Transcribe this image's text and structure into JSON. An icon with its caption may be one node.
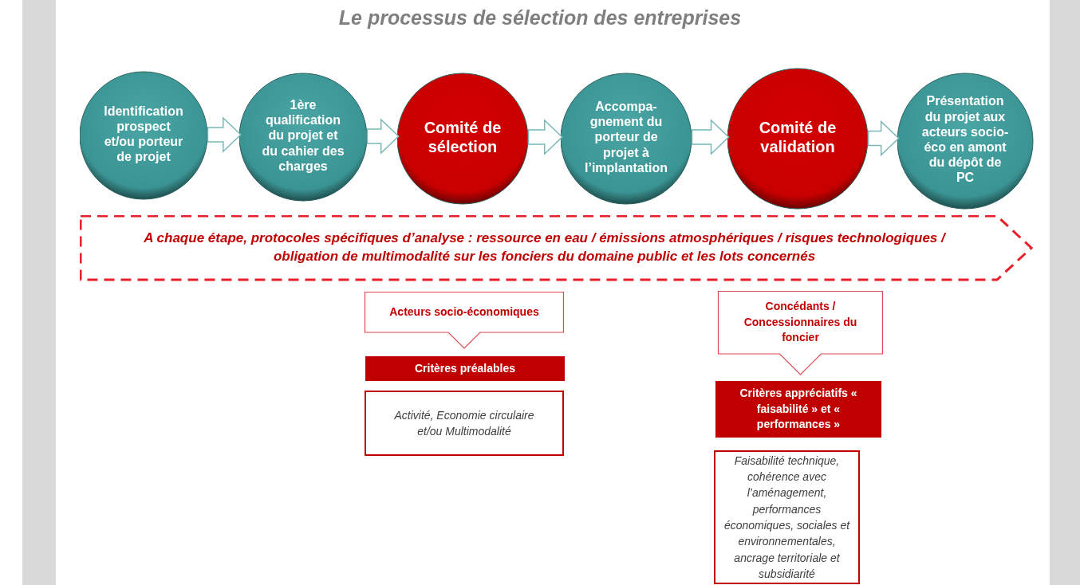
{
  "diagram": {
    "title": "Le processus de sélection des entreprises",
    "nodes": [
      {
        "text": [
          "Identification prospect et/ou porteur de projet"
        ]
      },
      {
        "text": [
          "1ère qualification du projet et du cahier des charges"
        ]
      },
      {
        "text": [
          "Comité de sélection"
        ]
      },
      {
        "text": [
          "Accompa-gnement du porteur de projet à l’implantation"
        ]
      },
      {
        "text": [
          "Comité de validation"
        ]
      },
      {
        "text": [
          "Présentation du projet aux acteurs socio-éco en amont du dépôt de PC"
        ]
      },
      {
        "text": [
          "A chaque étape, protocoles spécifiques d’analyse  : ressource en eau / émissions atmosphériques / risques technologiques / obligation de multimodalité sur les fonciers du domaine public et les lots concernés"
        ]
      },
      {
        "text": [
          "Acteurs socio-économiques"
        ]
      },
      {
        "text": [
          "Critères préalables"
        ]
      },
      {
        "text": [
          "Activité, Economie circulaire et/ou Multimodalité"
        ]
      },
      {
        "text": [
          "Concédants / Concessionnaires du foncier"
        ]
      },
      {
        "text": [
          "Critères appréciatifs « faisabilité » et « performances »"
        ]
      },
      {
        "text": [
          "Faisabilité technique, cohérence avec l’aménagement, performances économiques, sociales et environnementales, ancrage territoriale et subsidiarité"
        ]
      }
    ],
    "edges": [
      {
        "from": 0,
        "to": 1,
        "arrow": "to"
      },
      {
        "from": 1,
        "to": 2,
        "arrow": "to"
      },
      {
        "from": 2,
        "to": 3,
        "arrow": "to"
      },
      {
        "from": 3,
        "to": 4,
        "arrow": "to"
      },
      {
        "from": 4,
        "to": 5,
        "arrow": "to"
      }
    ]
  }
}
